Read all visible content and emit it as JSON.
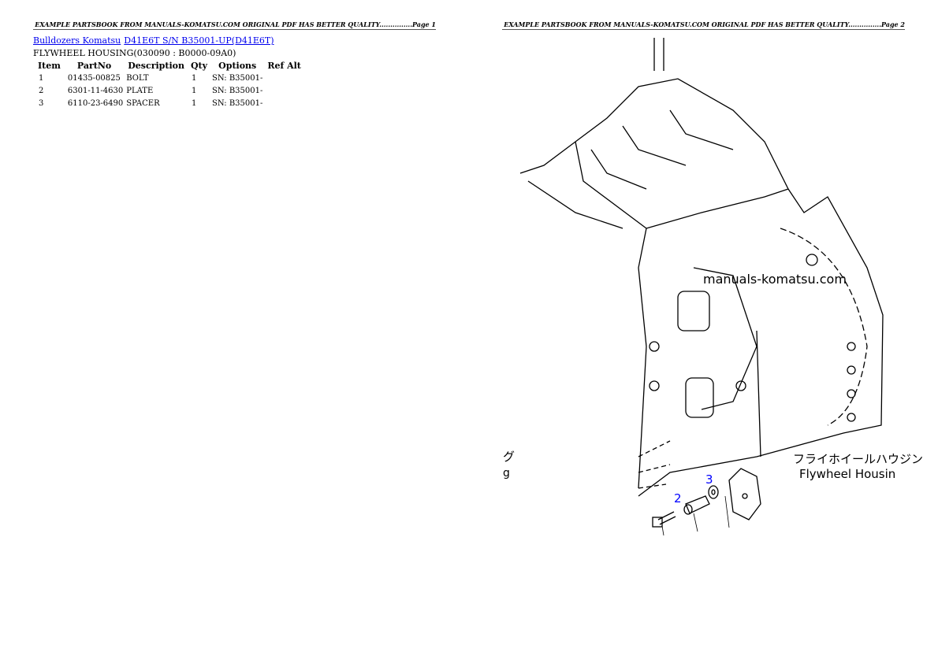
{
  "page1": {
    "header": "EXAMPLE PARTSBOOK FROM MANUALS-KOMATSU.COM ORIGINAL PDF HAS BETTER QUALITY...............Page 1",
    "breadcrumb": [
      "Bulldozers Komatsu",
      "D41E6T S/N B35001-UP(D41E6T)"
    ],
    "section_title": "FLYWHEEL HOUSING(030090 : B0000-09A0)",
    "columns": [
      "Item",
      "PartNo",
      "Description",
      "Qty",
      "Options",
      "Ref Alt"
    ],
    "rows": [
      {
        "item": "1",
        "partno": "01435-00825",
        "description": "BOLT",
        "qty": "1",
        "options": "SN: B35001-",
        "ref_alt": ""
      },
      {
        "item": "2",
        "partno": "6301-11-4630",
        "description": "PLATE",
        "qty": "1",
        "options": "SN: B35001-",
        "ref_alt": ""
      },
      {
        "item": "3",
        "partno": "6110-23-6490",
        "description": "SPACER",
        "qty": "1",
        "options": "SN: B35001-",
        "ref_alt": ""
      }
    ]
  },
  "page2": {
    "header": "EXAMPLE PARTSBOOK FROM MANUALS-KOMATSU.COM ORIGINAL PDF HAS BETTER QUALITY...............Page 2",
    "drawing": {
      "watermark": "manuals-komatsu.com",
      "label_jp": "フライホイールハウジン",
      "label_en": "Flywheel Housin",
      "partial_jp": "グ",
      "partial_en": "g",
      "callouts": [
        "2",
        "3"
      ],
      "callout_color": "#0000ff"
    }
  }
}
